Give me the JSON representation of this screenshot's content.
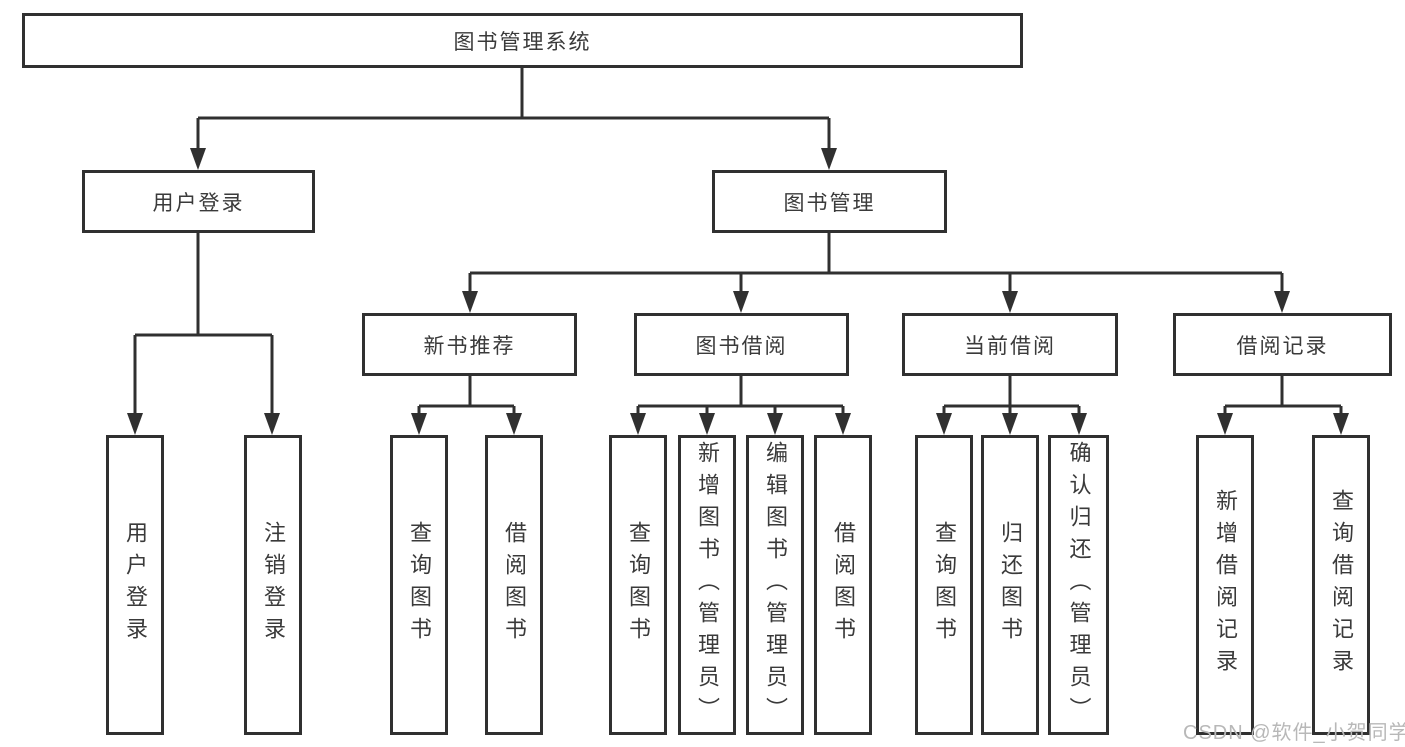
{
  "diagram": {
    "root": {
      "label": "图书管理系统"
    },
    "level2": [
      {
        "label": "用户登录"
      },
      {
        "label": "图书管理"
      }
    ],
    "level3": [
      {
        "label": "新书推荐",
        "parent": "图书管理"
      },
      {
        "label": "图书借阅",
        "parent": "图书管理"
      },
      {
        "label": "当前借阅",
        "parent": "图书管理"
      },
      {
        "label": "借阅记录",
        "parent": "图书管理"
      }
    ],
    "leaves": [
      {
        "label": "用户登录",
        "parent": "用户登录"
      },
      {
        "label": "注销登录",
        "parent": "用户登录"
      },
      {
        "label": "查询图书",
        "parent": "新书推荐"
      },
      {
        "label": "借阅图书",
        "parent": "新书推荐"
      },
      {
        "label": "查询图书",
        "parent": "图书借阅"
      },
      {
        "label": "新增图书（管理员）",
        "parent": "图书借阅"
      },
      {
        "label": "编辑图书（管理员）",
        "parent": "图书借阅"
      },
      {
        "label": "借阅图书",
        "parent": "图书借阅"
      },
      {
        "label": "查询图书",
        "parent": "当前借阅"
      },
      {
        "label": "归还图书",
        "parent": "当前借阅"
      },
      {
        "label": "确认归还（管理员）",
        "parent": "当前借阅"
      },
      {
        "label": "新增借阅记录",
        "parent": "借阅记录"
      },
      {
        "label": "查询借阅记录",
        "parent": "借阅记录"
      }
    ]
  },
  "watermark": {
    "text": "CSDN @软件_小贺同学",
    "color": "#b8b8b8"
  },
  "colors": {
    "line": "#303030",
    "border": "#303030",
    "label": "#3a3a3a",
    "background": "#ffffff"
  }
}
